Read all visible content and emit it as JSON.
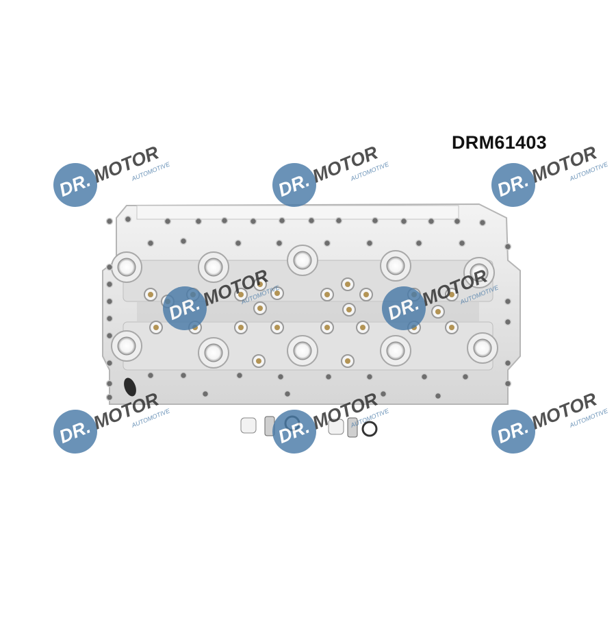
{
  "product": {
    "part_code": "DRM61403"
  },
  "watermark": {
    "brand": "DR.MOTOR",
    "subline": "AUTOMOTIVE",
    "logo_color": "#4a7ba8",
    "text_color": "#2c2c2c"
  },
  "photo": {
    "subject": "cylinder head with fittings",
    "metal_color": "#e6e6e6",
    "shadow_color": "#b8b8b8"
  }
}
